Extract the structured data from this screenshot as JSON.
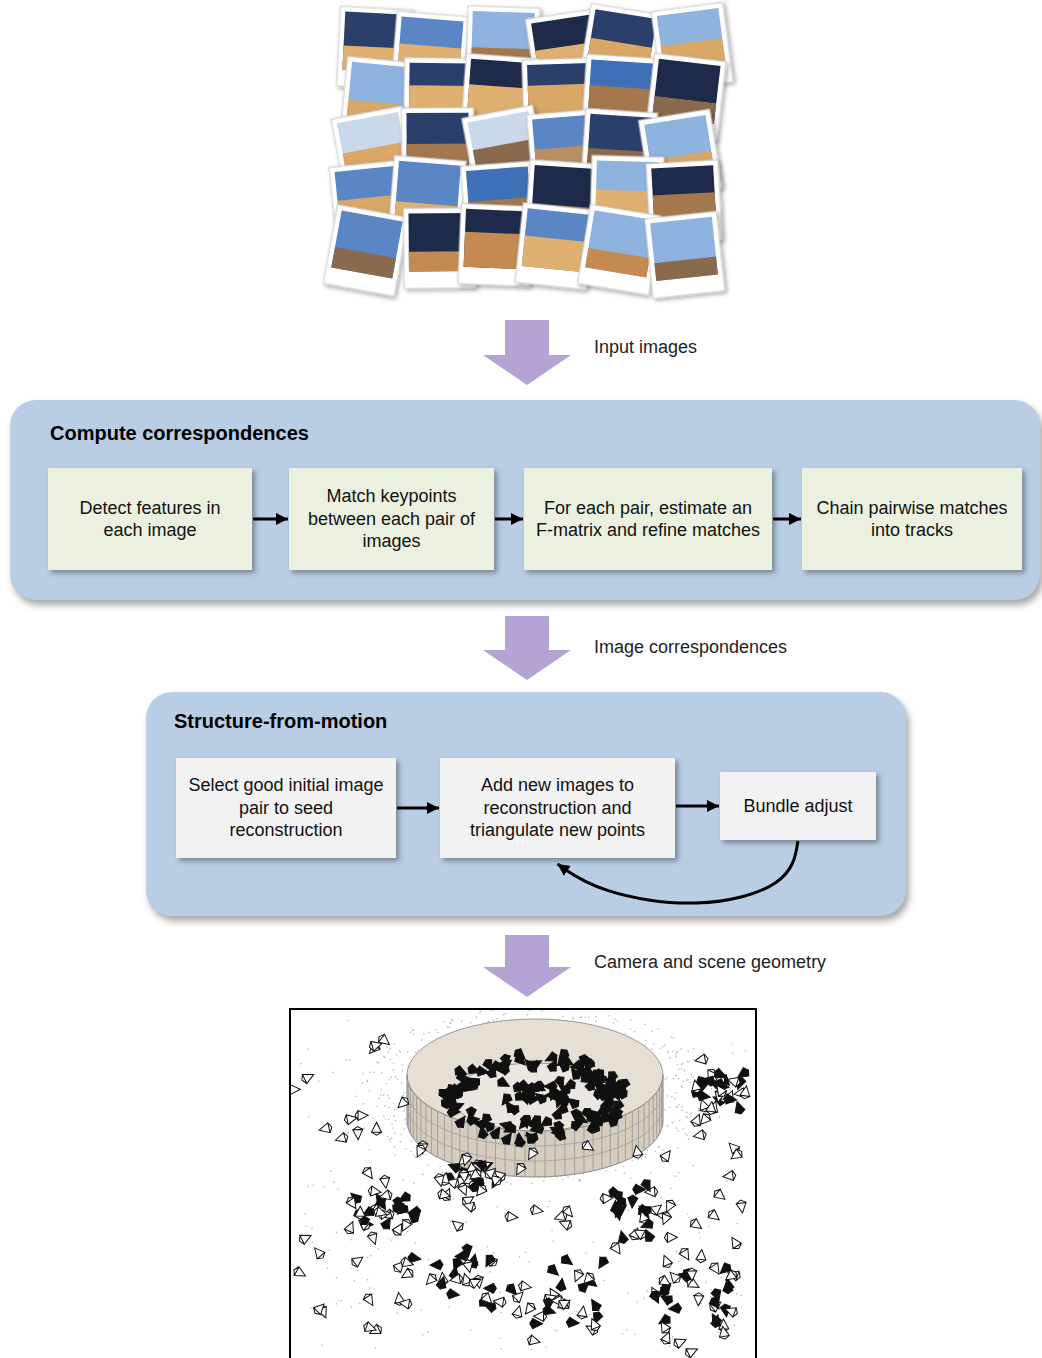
{
  "diagram": {
    "nodes": [
      {
        "text": [
          "Compute correspondences"
        ]
      },
      {
        "text": [
          "Detect features in each image"
        ],
        "in": 0
      },
      {
        "text": [
          "Match keypoints between each pair of images"
        ],
        "in": 0
      },
      {
        "text": [
          "For each pair, estimate an F-matrix and refine matches"
        ],
        "in": 0
      },
      {
        "text": [
          "Chain pairwise matches into tracks"
        ],
        "in": 0
      },
      {
        "text": [
          "Structure-from-motion"
        ]
      },
      {
        "text": [
          "Select good initial image pair to seed reconstruction"
        ],
        "in": 5
      },
      {
        "text": [
          "Add new images to reconstruction and triangulate new points"
        ],
        "in": 5
      },
      {
        "text": [
          "Bundle adjust"
        ],
        "in": 5
      }
    ],
    "edges": [
      {
        "from": 1,
        "to": 2,
        "arrow": "to"
      },
      {
        "from": 2,
        "to": 3,
        "arrow": "to"
      },
      {
        "from": 3,
        "to": 4,
        "arrow": "to"
      },
      {
        "from": 0,
        "to": 5,
        "label": "Image correspondences",
        "arrow": "to"
      },
      {
        "from": 6,
        "to": 7,
        "arrow": "to"
      },
      {
        "from": 7,
        "to": 8,
        "arrow": "to"
      },
      {
        "from": 8,
        "to": 7,
        "arrow": "to"
      }
    ],
    "labels": [
      "Input images",
      "Camera and scene geometry"
    ]
  }
}
